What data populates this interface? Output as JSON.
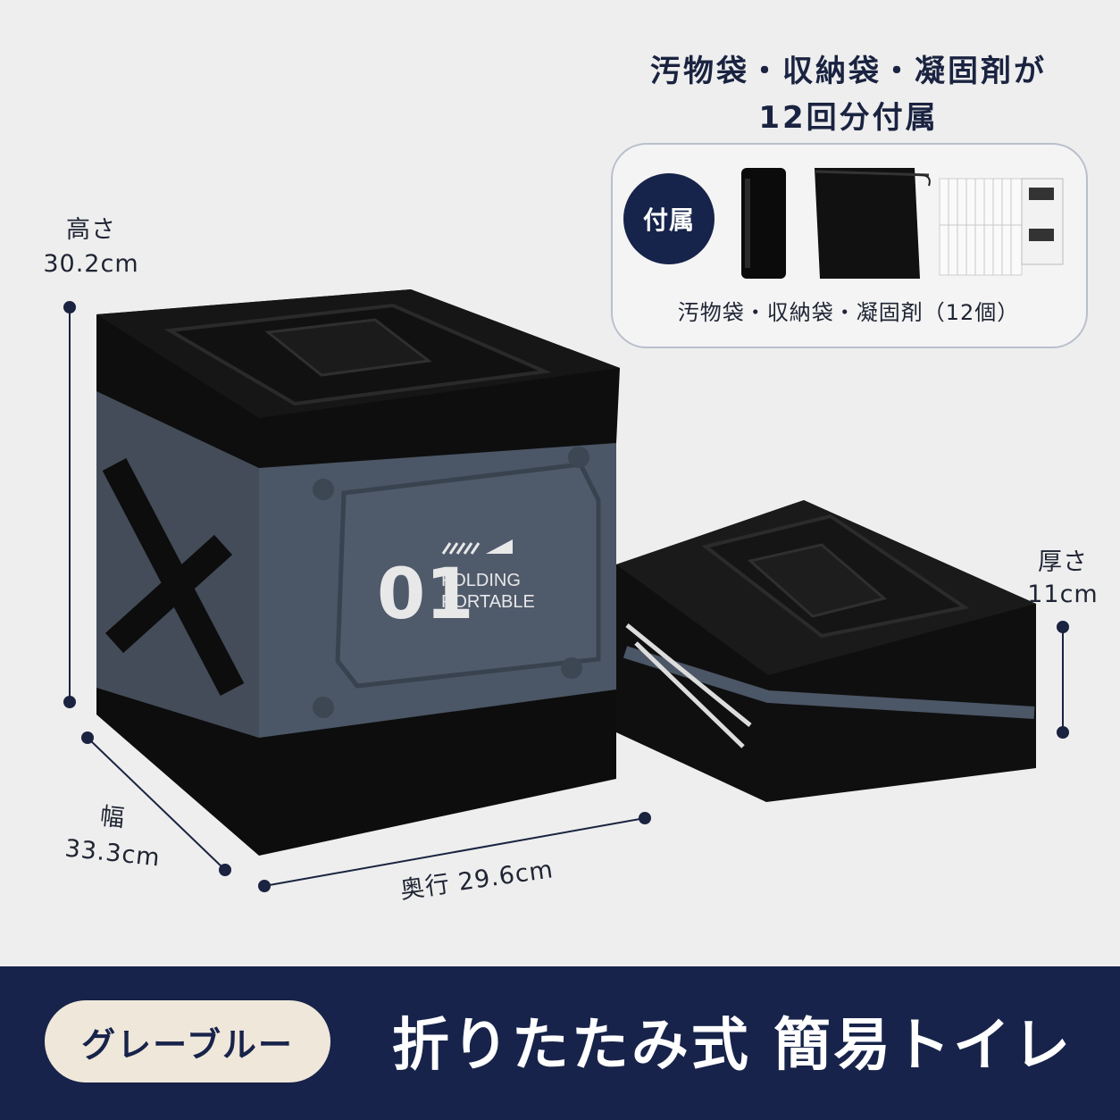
{
  "header": {
    "line1": "汚物袋・収納袋・凝固剤が",
    "line2": "12回分付属"
  },
  "accessories": {
    "badge": "付属",
    "caption": "汚物袋・収納袋・凝固剤（12個）",
    "items": [
      "trash-bag-roll",
      "storage-drawstring-bag",
      "coagulant-packets"
    ]
  },
  "dimensions": {
    "height_label": "高さ",
    "height_value": "30.2cm",
    "width_label": "幅",
    "width_value": "33.3cm",
    "depth_label": "奥行 29.6cm",
    "thickness_label": "厚さ",
    "thickness_value": "11cm"
  },
  "product": {
    "number": "01",
    "line1": "FOLDING",
    "line2": "PORTABLE"
  },
  "footer": {
    "color_name": "グレーブルー",
    "title": "折りたたみ式 簡易トイレ"
  },
  "colors": {
    "navy": "#17234a",
    "box_blue": "#4b5666",
    "box_black": "#111111",
    "background": "#eeeeee",
    "pill": "#efe7da"
  }
}
